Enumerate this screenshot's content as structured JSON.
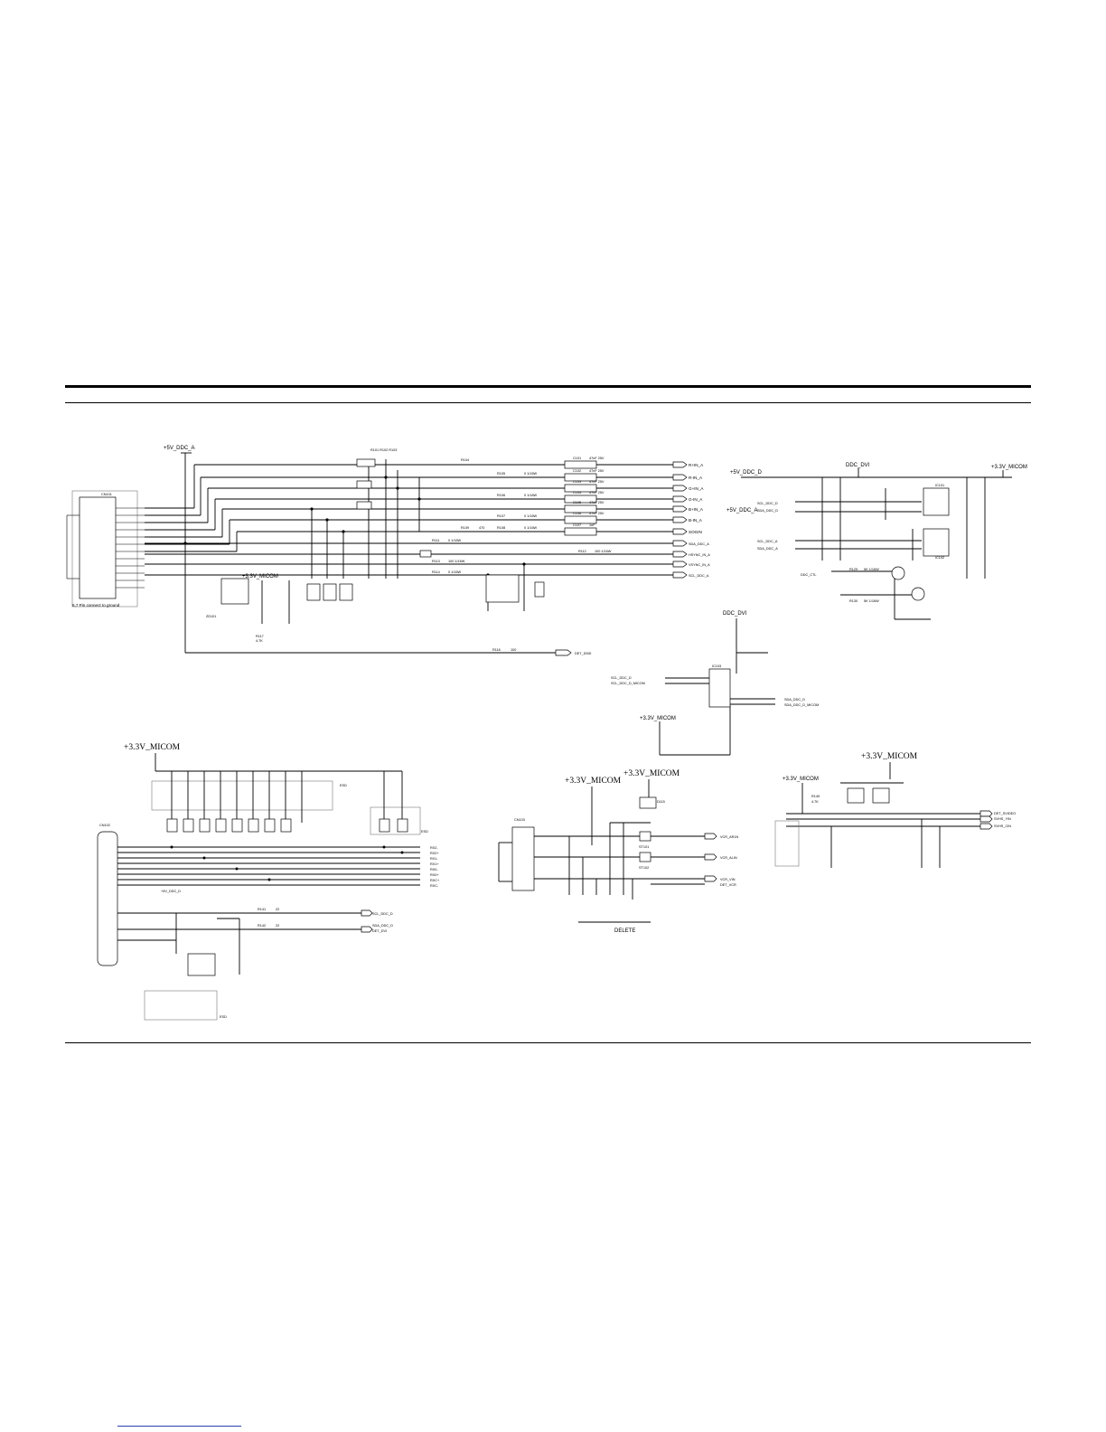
{
  "labels": {
    "p5v_ddc_a": "+5V_DDC_A",
    "p5v_ddc_d": "+5V_DDC_D",
    "p5v_ddc_a2": "+5V_DDC_A",
    "p5v_ddc_d2": "+5V_DDC_D",
    "ddc_dvi_1": "DDC_DVI",
    "ddc_dvi_2": "DDC_DVI",
    "p33_micom_1": "+3.3V_MICOM",
    "p33_micom_2": "+3.3V_MICOM",
    "p33_micom_3": "+3.3V_MICOM",
    "p33_micom_4": "+3.3V_MICOM",
    "p33_micom_5": "+3.3V_MICOM",
    "p33_micom_6": "+3.3V_MICOM",
    "p33_micom_7": "+3.3V_MICOM",
    "p33_micom_8": "+3.3V_MICOM",
    "gnd_note": "6,7 Pin connect to ground",
    "delete": "DELETE",
    "esd_1": "ESD",
    "esd_2": "ESD",
    "esd_3": "ESD",
    "cn101": "CN101",
    "cn102": "CN102",
    "cn103": "CN103",
    "zd101": "ZD101",
    "ic103": "IC103",
    "ic102": "IC102",
    "ic101": "IC101",
    "r104": "R104",
    "r117": "R117",
    "r117_val": "4.7K",
    "r149": "R149",
    "r149_val": "4.7K"
  },
  "nets_vga": [
    {
      "ref": "C101",
      "value": "47nF 25V",
      "net": "R+IN_A"
    },
    {
      "ref": "C102",
      "value": "47nF 25V",
      "net": "R-IN_A"
    },
    {
      "ref": "C103",
      "value": "47nF 25V",
      "net": "G+IN_A"
    },
    {
      "ref": "C104",
      "value": "47nF 25V",
      "net": "G-IN_A"
    },
    {
      "ref": "C105",
      "value": "47nF 25V",
      "net": "B+IN_A"
    },
    {
      "ref": "C106",
      "value": "47nF 25V",
      "net": "B-IN_A"
    },
    {
      "ref": "C107",
      "value": "1nF",
      "net": "SOGIN"
    }
  ],
  "nets_sync": [
    {
      "ref": "R111",
      "value": "0  1/16W",
      "net": "SDA_DDC_A"
    },
    {
      "ref": "R112",
      "value": "100  1/16W",
      "net": "HSYNC_IN_A"
    },
    {
      "ref": "R113",
      "value": "100  1/16W",
      "net": "VSYNC_IN_A"
    },
    {
      "ref": "R114",
      "value": "0  1/16W",
      "net": "SCL_DDC_A"
    }
  ],
  "resistors_rgb": [
    {
      "ref": "R105",
      "value": "0  1/16W"
    },
    {
      "ref": "R106",
      "value": "0  1/16W"
    },
    {
      "ref": "R107",
      "value": "0  1/16W"
    },
    {
      "ref": "R108",
      "value": "0  1/16W"
    },
    {
      "ref": "R109",
      "value": "470"
    }
  ],
  "det": {
    "ref": "R116",
    "value": "100",
    "net": "DET_D0ID"
  },
  "ddc_right_inputs": [
    "SCL_DDC_D",
    "SDA_DDC_D",
    "SCL_DDC_A",
    "SDA_DDC_A"
  ],
  "ddc_mid_inputs": [
    "SCL_DDC_D",
    "SCL_DDC_D_MICOM"
  ],
  "ddc_mid_outputs": [
    "SDA_DDC_D",
    "SDA_DDC_D_MICOM"
  ],
  "ddc_ctl": [
    {
      "ref": "R129",
      "value": "5K   1/16W",
      "net": "DDC_CTL"
    },
    {
      "ref": "R130",
      "value": "5K   1/16W",
      "net": ""
    }
  ],
  "dvi_outputs": [
    "RX2-",
    "RX2+",
    "RX1-",
    "RX1+",
    "RX0-",
    "RX0+",
    "RXC+",
    "RXC-"
  ],
  "dvi_ddc": [
    {
      "ref": "R141",
      "value": "22",
      "net": "SCL_DDC_D"
    },
    {
      "ref": "R142",
      "value": "22",
      "net": "SDA_DDC_D"
    }
  ],
  "dvi_det": "DET_DVI",
  "av_outputs": [
    "VCR_AR1N",
    "VCR_ALIN",
    "VCR_VIN",
    "DET_VCR"
  ],
  "av_parts": [
    "ST101",
    "ST102",
    "D115"
  ],
  "svideo_outputs": [
    "DET_SVIDEO",
    "SVHS_YIN",
    "SVHS_CIN"
  ]
}
